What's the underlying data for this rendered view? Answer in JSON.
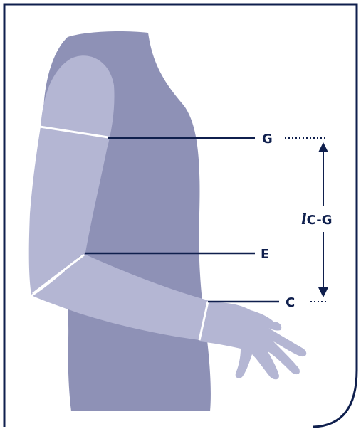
{
  "diagram": {
    "labels": {
      "g": "G",
      "e": "E",
      "c": "C",
      "length_prefix": "l",
      "length_text": "C-G"
    },
    "colors": {
      "frame": "#0f1f4d",
      "torso": "#8e91b6",
      "arm": "#b4b6d3",
      "arm_line": "#ffffff",
      "leader": "#0f1f4d",
      "background": "#ffffff"
    }
  }
}
